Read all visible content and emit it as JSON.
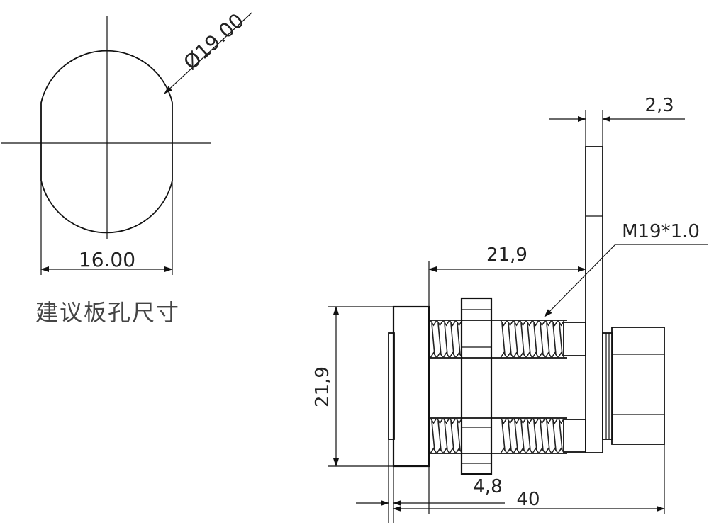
{
  "hole": {
    "diameter_label": "Ø19.00",
    "width_label": "16.00",
    "caption": "建议板孔尺寸"
  },
  "lock": {
    "cam_thickness_label": "2,3",
    "thread_label": "M19*1.0",
    "thread_length_label": "21,9",
    "face_height_label": "21,9",
    "nut_thickness_label": "4,8",
    "total_length_label": "40"
  }
}
